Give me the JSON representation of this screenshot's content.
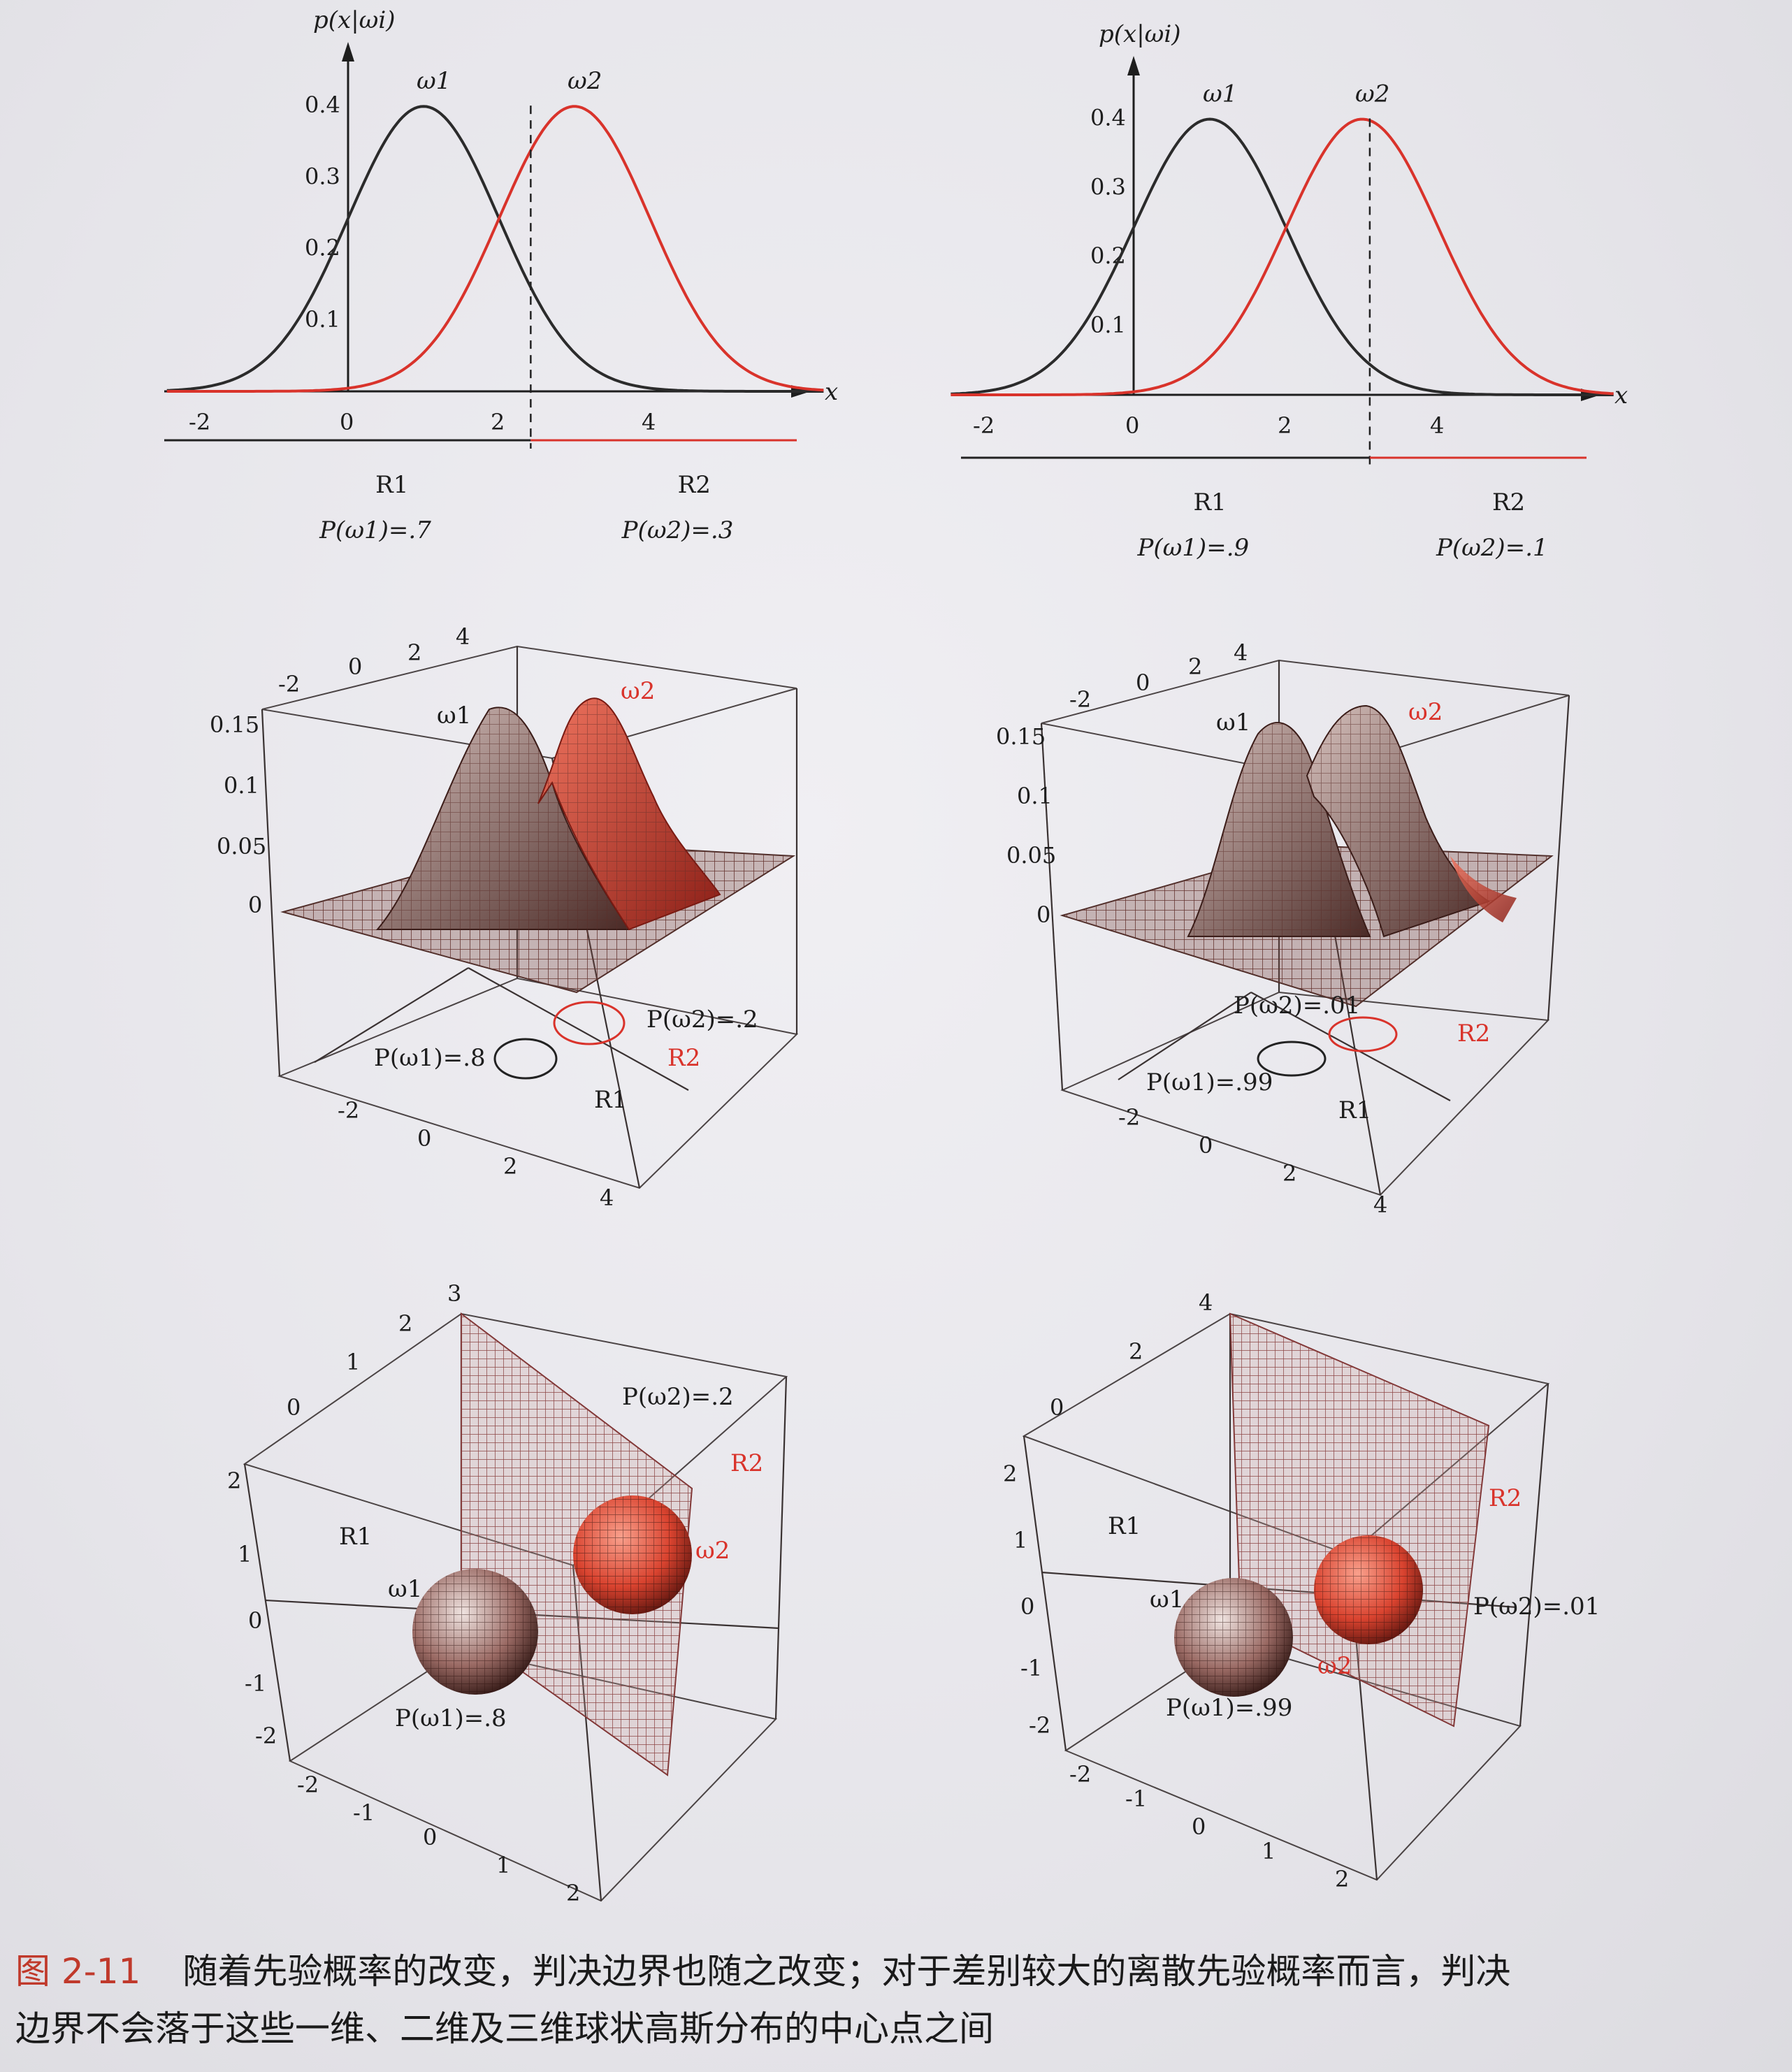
{
  "figure": {
    "number": "图 2-11",
    "caption_line1": "随着先验概率的改变，判决边界也随之改变；对于差别较大的离散先验概率而言，判决",
    "caption_line2": "边界不会落于这些一维、二维及三维球状高斯分布的中心点之间"
  },
  "colors": {
    "class1": "#2b2b2b",
    "class2": "#d9332b",
    "surface1": "#7a4a44",
    "surface2": "#e0402f"
  },
  "chart_data": [
    {
      "type": "line",
      "panel": "1d-left",
      "ylabel": "p(x|ωi)",
      "xlabel": "x",
      "xlim": [
        -2.4,
        6.3
      ],
      "ylim": [
        0,
        0.45
      ],
      "xticks": [
        "-2",
        "0",
        "2",
        "4"
      ],
      "yticks": [
        "0.1",
        "0.2",
        "0.3",
        "0.4"
      ],
      "series": [
        {
          "name": "ω1",
          "mean": 1,
          "std": 1,
          "color": "#2b2b2b"
        },
        {
          "name": "ω2",
          "mean": 3,
          "std": 1,
          "color": "#d9332b"
        }
      ],
      "boundary_x": 2.42,
      "regions": [
        {
          "name": "R1",
          "prior": "P(ω1)=.7"
        },
        {
          "name": "R2",
          "prior": "P(ω2)=.3"
        }
      ]
    },
    {
      "type": "line",
      "panel": "1d-right",
      "ylabel": "p(x|ωi)",
      "xlabel": "x",
      "xlim": [
        -2.4,
        6.3
      ],
      "ylim": [
        0,
        0.45
      ],
      "xticks": [
        "-2",
        "0",
        "2",
        "4"
      ],
      "yticks": [
        "0.1",
        "0.2",
        "0.3",
        "0.4"
      ],
      "series": [
        {
          "name": "ω1",
          "mean": 1,
          "std": 1,
          "color": "#2b2b2b"
        },
        {
          "name": "ω2",
          "mean": 3,
          "std": 1,
          "color": "#d9332b"
        }
      ],
      "boundary_x": 3.1,
      "regions": [
        {
          "name": "R1",
          "prior": "P(ω1)=.9"
        },
        {
          "name": "R2",
          "prior": "P(ω2)=.1"
        }
      ]
    },
    {
      "type": "surface",
      "panel": "2d-left",
      "zticks": [
        "0",
        "0.05",
        "0.1",
        "0.15"
      ],
      "xticks": [
        "-2",
        "0",
        "2",
        "4"
      ],
      "yticks": [
        "-2",
        "0",
        "2",
        "4"
      ],
      "peaks": [
        {
          "name": "ω1",
          "prior": "P(ω1)=.8"
        },
        {
          "name": "ω2",
          "prior": "P(ω2)=.2"
        }
      ],
      "regions": [
        "R1",
        "R2"
      ]
    },
    {
      "type": "surface",
      "panel": "2d-right",
      "zticks": [
        "0",
        "0.05",
        "0.1",
        "0.15"
      ],
      "xticks": [
        "-2",
        "0",
        "2",
        "4"
      ],
      "yticks": [
        "-2",
        "0",
        "2",
        "4"
      ],
      "peaks": [
        {
          "name": "ω1",
          "prior": "P(ω1)=.99"
        },
        {
          "name": "ω2",
          "prior": "P(ω2)=.01"
        }
      ],
      "regions": [
        "R1",
        "R2"
      ]
    },
    {
      "type": "scatter3d",
      "panel": "3d-left",
      "zticks": [
        "-2",
        "-1",
        "0",
        "1",
        "2"
      ],
      "xticks": [
        "-2",
        "-1",
        "0",
        "1",
        "2"
      ],
      "yticks": [
        "0",
        "1",
        "2",
        "3"
      ],
      "spheres": [
        {
          "name": "ω1",
          "prior": "P(ω1)=.8"
        },
        {
          "name": "ω2",
          "prior": "P(ω2)=.2"
        }
      ],
      "regions": [
        "R1",
        "R2"
      ]
    },
    {
      "type": "scatter3d",
      "panel": "3d-right",
      "zticks": [
        "-2",
        "-1",
        "0",
        "1",
        "2"
      ],
      "xticks": [
        "-2",
        "-1",
        "0",
        "1",
        "2"
      ],
      "yticks": [
        "0",
        "2",
        "4"
      ],
      "spheres": [
        {
          "name": "ω1",
          "prior": "P(ω1)=.99"
        },
        {
          "name": "ω2",
          "prior": "P(ω2)=.01"
        }
      ],
      "regions": [
        "R1",
        "R2"
      ]
    }
  ]
}
